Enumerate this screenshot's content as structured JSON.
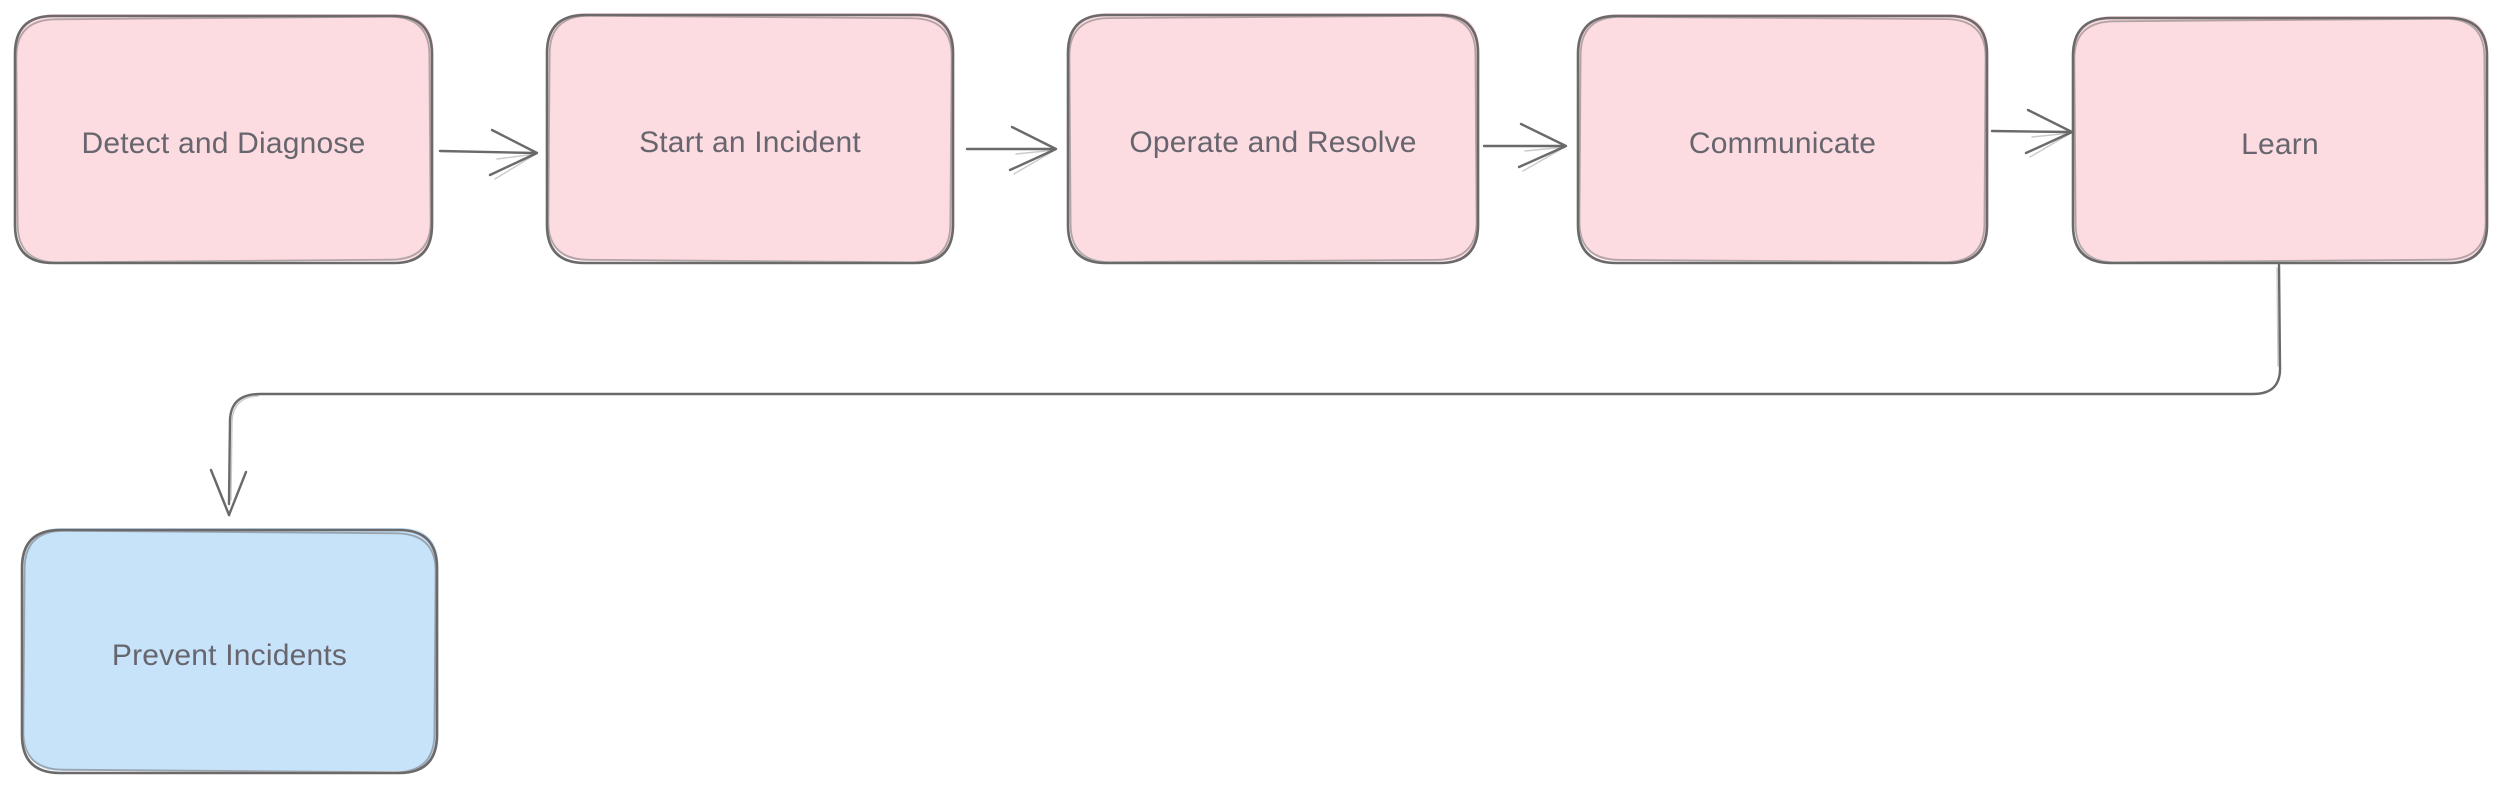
{
  "diagram": {
    "type": "flowchart",
    "background": "#ffffff",
    "style": "hand-drawn-sketch"
  },
  "colors": {
    "node_pink_fill": "#fcdce1",
    "node_blue_fill": "#c7e3fa",
    "stroke_gray": "#6b6969",
    "label_text": "#67656e"
  },
  "nodes": [
    {
      "id": "detect-and-diagnose",
      "label": "Detect and Diagnose",
      "fill": "#fcdce1",
      "stroke": "#6b6969",
      "shape": "rounded-rectangle"
    },
    {
      "id": "start-an-incident",
      "label": "Start an Incident",
      "fill": "#fcdce1",
      "stroke": "#6b6969",
      "shape": "rounded-rectangle"
    },
    {
      "id": "operate-and-resolve",
      "label": "Operate and Resolve",
      "fill": "#fcdce1",
      "stroke": "#6b6969",
      "shape": "rounded-rectangle"
    },
    {
      "id": "communicate",
      "label": "Communicate",
      "fill": "#fcdce1",
      "stroke": "#6b6969",
      "shape": "rounded-rectangle"
    },
    {
      "id": "learn",
      "label": "Learn",
      "fill": "#fcdce1",
      "stroke": "#6b6969",
      "shape": "rounded-rectangle"
    },
    {
      "id": "prevent-incidents",
      "label": "Prevent Incidents",
      "fill": "#c7e3fa",
      "stroke": "#6b6969",
      "shape": "rounded-rectangle"
    }
  ],
  "edges": [
    {
      "from": "detect-and-diagnose",
      "to": "start-an-incident",
      "arrow": "open"
    },
    {
      "from": "start-an-incident",
      "to": "operate-and-resolve",
      "arrow": "open"
    },
    {
      "from": "operate-and-resolve",
      "to": "communicate",
      "arrow": "open"
    },
    {
      "from": "communicate",
      "to": "learn",
      "arrow": "open"
    },
    {
      "from": "learn",
      "to": "prevent-incidents",
      "arrow": "open",
      "routing": "elbow-down-left-down"
    }
  ]
}
